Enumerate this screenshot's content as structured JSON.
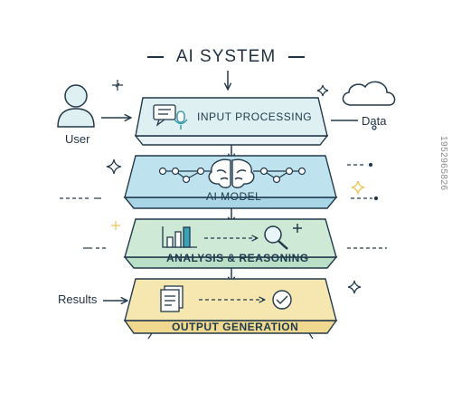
{
  "title": "AI SYSTEM",
  "side_labels": {
    "user": "User",
    "data": "Data",
    "results": "Results"
  },
  "layers": [
    {
      "label": "INPUT PROCESSING",
      "color": "#dff0f3"
    },
    {
      "label": "AI MODEL",
      "color": "#bfe3ee"
    },
    {
      "label": "ANALYSIS & REASONING",
      "color": "#cfe9d7"
    },
    {
      "label": "OUTPUT GENERATION",
      "color": "#f6e6b0"
    }
  ],
  "watermark": "1952965826",
  "colors": {
    "stroke": "#22394b",
    "accent_teal": "#2b8fa3",
    "spark": "#e8c65a"
  }
}
